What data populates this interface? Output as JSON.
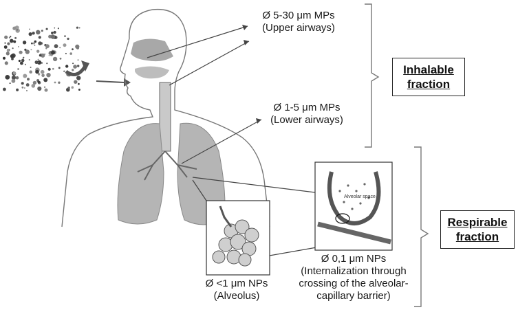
{
  "labels": {
    "upper": {
      "size": "Ø 5-30 μm MPs",
      "site": "(Upper airways)"
    },
    "lower": {
      "size": "Ø 1-5 μm MPs",
      "site": "(Lower airways)"
    },
    "alveolus": {
      "size": "Ø <1 μm NPs",
      "site": "(Alveolus)"
    },
    "barrier": {
      "size": "Ø 0,1 μm NPs",
      "line1": "(Internalization through",
      "line2": "crossing of the alveolar-",
      "line3": "capillary barrier)"
    }
  },
  "fractions": {
    "inhalable": {
      "line1": "Inhalable",
      "line2": "fraction"
    },
    "respirable": {
      "line1": "Respirable",
      "line2": "fraction"
    }
  },
  "inset": {
    "alveolar_space": "Alveolar space"
  }
}
